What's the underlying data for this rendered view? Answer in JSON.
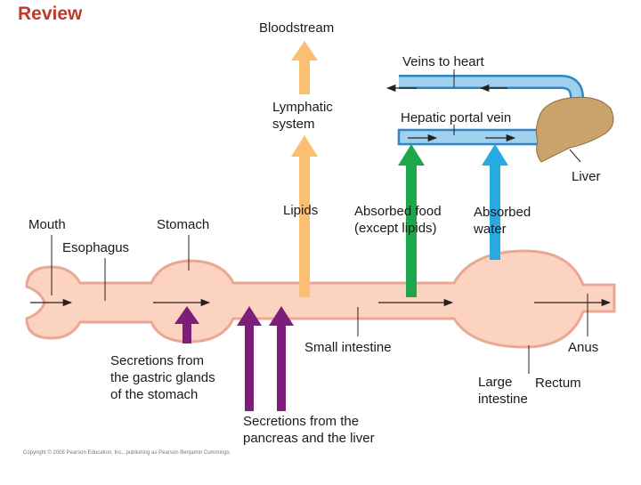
{
  "title": "Review",
  "labels": {
    "bloodstream": "Bloodstream",
    "veins_to_heart": "Veins to heart",
    "lymphatic_system": "Lymphatic\nsystem",
    "hepatic_portal_vein": "Hepatic portal vein",
    "liver": "Liver",
    "mouth": "Mouth",
    "stomach": "Stomach",
    "esophagus": "Esophagus",
    "lipids": "Lipids",
    "absorbed_food": "Absorbed food\n(except lipids)",
    "absorbed_water": "Absorbed\nwater",
    "small_intestine": "Small intestine",
    "anus": "Anus",
    "secretions_gastric": "Secretions from\nthe gastric glands\nof the stomach",
    "large_intestine": "Large\nintestine",
    "rectum": "Rectum",
    "secretions_pancreas": "Secretions from the\npancreas and the liver"
  },
  "copyright": "Copyright © 2008 Pearson Education, Inc., publishing as Pearson Benjamin Cummings.",
  "colors": {
    "title": "#c0392b",
    "tract_fill": "#fcd3c0",
    "tract_stroke": "#e8a894",
    "lipid_arrow": "#fbbf72",
    "food_arrow": "#1ea64a",
    "water_arrow": "#27a9e1",
    "secretion_arrow": "#7d1e7b",
    "vessel_fill": "#9fd1ee",
    "vessel_stroke": "#2e86c9",
    "liver_fill": "#c9a36a"
  }
}
